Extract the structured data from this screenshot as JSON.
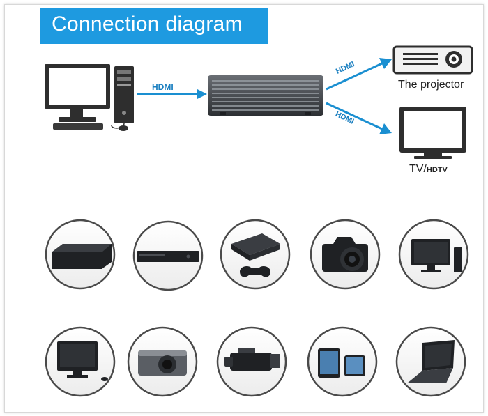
{
  "title": "Connection diagram",
  "connections": {
    "pc_to_box": "HDMI",
    "box_to_projector": "HDMI",
    "box_to_tv": "HDMI"
  },
  "labels": {
    "projector": "The projector",
    "tv_main": "TV",
    "tv_slash": "/",
    "tv_sub": "HDTV"
  },
  "colors": {
    "accent": "#1e9ae0",
    "arrow": "#1a8fd1",
    "device": "#3a3a3a"
  },
  "icons": {
    "sources_row1": [
      "media-player-icon",
      "blu-ray-player-icon",
      "game-console-icon",
      "dslr-camera-icon",
      "desktop-monitor-icon"
    ],
    "sources_row2": [
      "all-in-one-pc-icon",
      "compact-camera-icon",
      "camcorder-icon",
      "tablet-icon",
      "laptop-icon"
    ]
  }
}
